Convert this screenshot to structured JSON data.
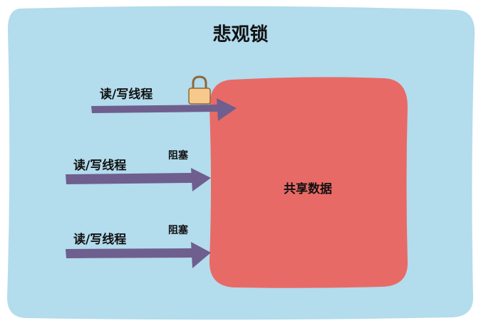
{
  "diagram": {
    "title": "悲观锁",
    "shared_data_label": "共享数据",
    "threads": [
      {
        "label": "读/写线程",
        "status": ""
      },
      {
        "label": "读/写线程",
        "status": "阻塞"
      },
      {
        "label": "读/写线程",
        "status": "阻塞"
      }
    ],
    "icons": {
      "lock": "padlock-icon"
    },
    "colors": {
      "background_panel": "#b3dced",
      "shared_data_box": "#e86a66",
      "arrow": "#6e5f8e",
      "lock_body": "#f7c98c",
      "lock_outline": "#8a6a3a"
    }
  }
}
